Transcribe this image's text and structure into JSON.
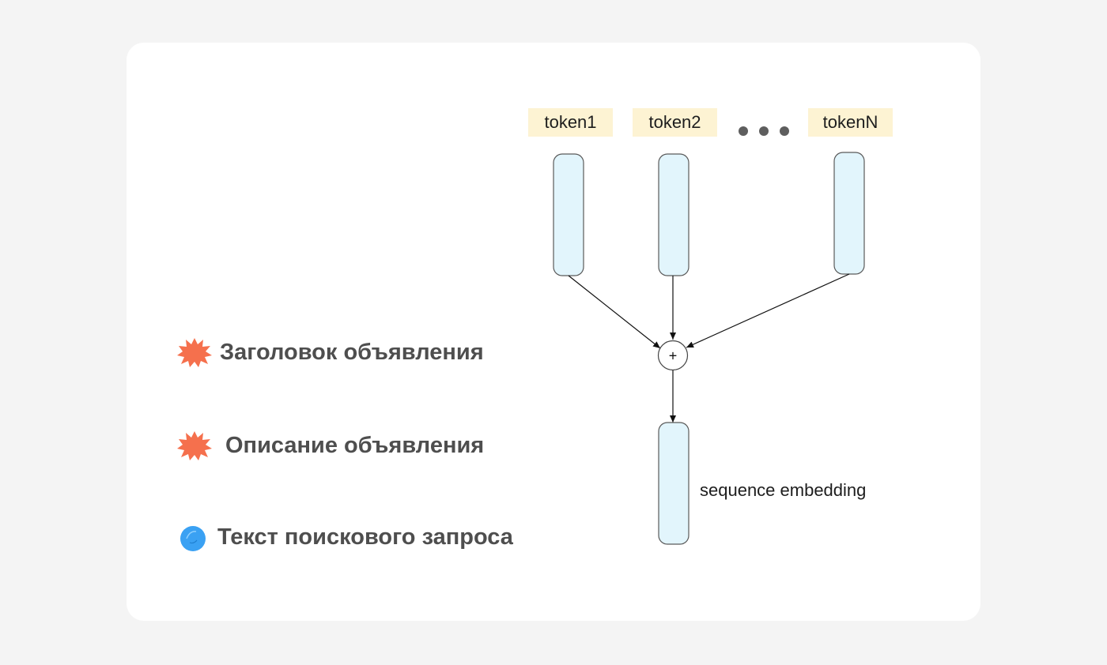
{
  "legend": {
    "items": [
      {
        "label": "Заголовок объявления",
        "icon": "orange-splat-icon",
        "color": "#f5704d"
      },
      {
        "label": "Описание объявления",
        "icon": "orange-splat-icon",
        "color": "#f5704d"
      },
      {
        "label": "Текст поискового запроса",
        "icon": "blue-blob-icon",
        "color": "#3aa1f3"
      }
    ]
  },
  "diagram": {
    "tokens": [
      "token1",
      "token2",
      "tokenN"
    ],
    "ellipsis": "...",
    "sum_operator": "+",
    "output_label": "sequence embedding",
    "colors": {
      "token_chip": "#fdf3d3",
      "vector_fill": "#e2f5fc",
      "vector_stroke": "#5a5a5a"
    }
  }
}
